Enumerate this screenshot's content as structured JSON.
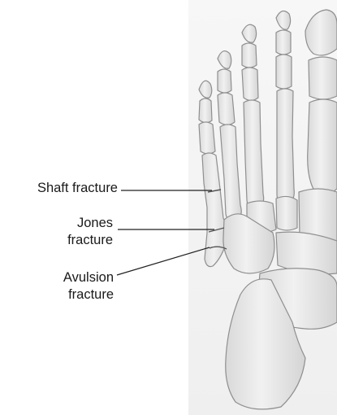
{
  "labels": {
    "shaft": [
      "Shaft fracture"
    ],
    "jones": [
      "Jones",
      "fracture"
    ],
    "avulsion": [
      "Avulsion",
      "fracture"
    ]
  },
  "colors": {
    "bone_fill": "#e9e9e9",
    "bone_outline": "#8f8f8f",
    "background_panel": "#f4f4f4",
    "leader_line": "#222222",
    "text": "#1a1a1a"
  }
}
